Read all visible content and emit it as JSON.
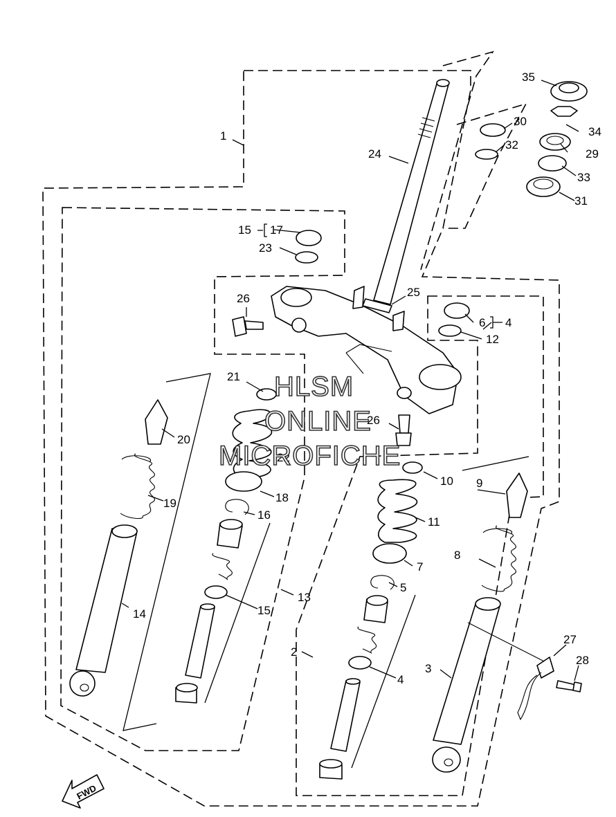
{
  "labels": {
    "l1": "1",
    "l2": "2",
    "l3": "3",
    "l4a": "4",
    "l4b": "4",
    "l5": "5",
    "l6": "6",
    "l7": "7",
    "l8": "8",
    "l9": "9",
    "l10": "10",
    "l11": "11",
    "l12": "12",
    "l13": "13",
    "l14": "14",
    "l15a": "15",
    "l15b": "15",
    "l16": "16",
    "l17": "17",
    "l18": "18",
    "l19": "19",
    "l20": "20",
    "l21": "21",
    "l22": "22",
    "l23": "23",
    "l24": "24",
    "l25": "25",
    "l26a": "26",
    "l26b": "26",
    "l27": "27",
    "l28": "28",
    "l29": "29",
    "l30": "30",
    "l31": "31",
    "l32": "32",
    "l33": "33",
    "l34": "34",
    "l35": "35"
  },
  "watermark": {
    "line1": "HLSM",
    "line2": "ONLINE",
    "line3": "MICROFICHE"
  },
  "fwd_label": "FWD"
}
